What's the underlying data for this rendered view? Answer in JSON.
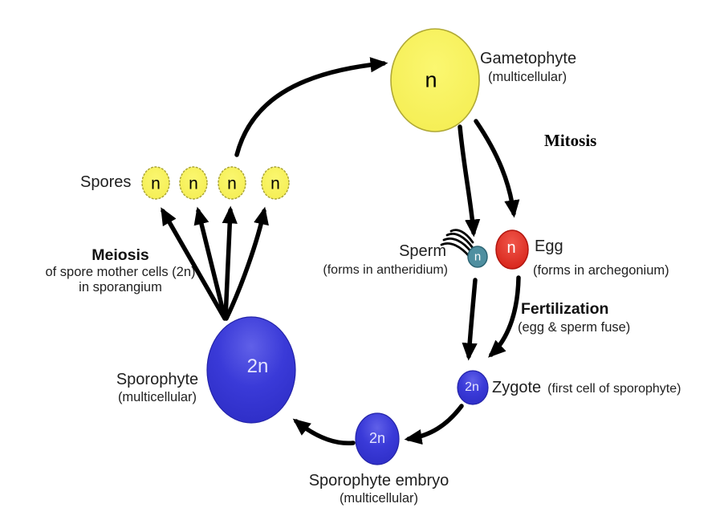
{
  "nodes": {
    "gametophyte": {
      "symbol": "n",
      "label": "Gametophyte",
      "sublabel": "(multicellular)"
    },
    "spores": {
      "label": "Spores",
      "symbols": [
        "n",
        "n",
        "n",
        "n"
      ]
    },
    "sperm": {
      "symbol": "n",
      "label": "Sperm",
      "sublabel": "(forms in antheridium)"
    },
    "egg": {
      "symbol": "n",
      "label": "Egg",
      "sublabel": "(forms in archegonium)"
    },
    "zygote": {
      "symbol": "2n",
      "label": "Zygote",
      "sublabel": "(first cell of sporophyte)"
    },
    "sporophyte_embryo": {
      "symbol": "2n",
      "label": "Sporophyte embryo",
      "sublabel": "(multicellular)"
    },
    "sporophyte": {
      "symbol": "2n",
      "label": "Sporophyte",
      "sublabel": "(multicellular)"
    }
  },
  "processes": {
    "mitosis": {
      "label": "Mitosis"
    },
    "fertilization": {
      "label": "Fertilization",
      "sublabel": "(egg & sperm fuse)"
    },
    "meiosis": {
      "label": "Meiosis",
      "sublabel_line1": "of spore mother cells (2n)",
      "sublabel_line2": "in sporangium"
    }
  },
  "colors": {
    "haploid_yellow": "#f8f25f",
    "diploid_blue": "#3434d2",
    "egg_red": "#de2319",
    "sperm_teal": "#4f8fa0",
    "arrow_black": "#000000"
  }
}
